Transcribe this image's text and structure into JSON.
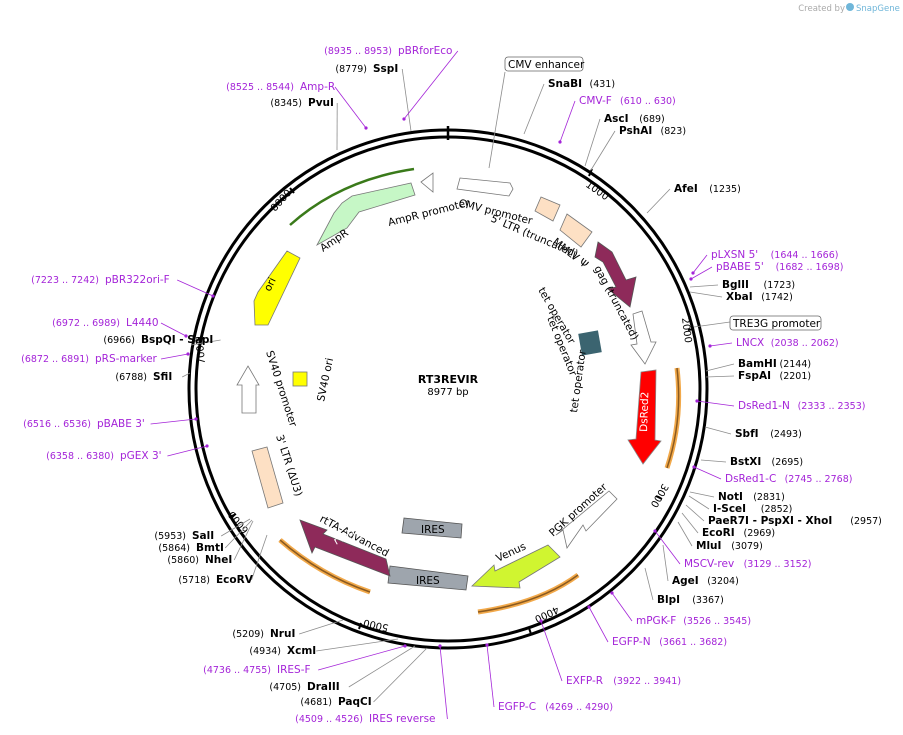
{
  "credit": {
    "prefix": "Created by",
    "brand": "SnapGene",
    "icon": "snapgene-logo"
  },
  "plasmid": {
    "name": "RT3REVIR",
    "size": "8977 bp"
  },
  "ticks": [
    "1000",
    "2000",
    "3000",
    "4000",
    "5000",
    "6000",
    "7000",
    "8000"
  ],
  "features": [
    {
      "label": "AmpR promoter"
    },
    {
      "label": "AmpR"
    },
    {
      "label": "ori"
    },
    {
      "label": "CMV promoter"
    },
    {
      "label": "5' LTR (truncated)"
    },
    {
      "label": "MMLV Ψ"
    },
    {
      "label": "gag (truncated)"
    },
    {
      "label": "tet operator"
    },
    {
      "label": "tet operator"
    },
    {
      "label": "tet operator"
    },
    {
      "label": "DsRed2"
    },
    {
      "label": "PGK promoter"
    },
    {
      "label": "Venus"
    },
    {
      "label": "IRES"
    },
    {
      "label": "IRES"
    },
    {
      "label": "rtTA-Advanced"
    },
    {
      "label": "rTetR"
    },
    {
      "label": "3' LTR (ΔU3)"
    },
    {
      "label": "SV40 promoter"
    },
    {
      "label": "SV40 ori"
    }
  ],
  "boxed_features": [
    {
      "label": "CMV enhancer"
    },
    {
      "label": "TRE3G promoter"
    }
  ],
  "sites": [
    {
      "name": "SnaBI",
      "pos": "(431)"
    },
    {
      "name": "AscI",
      "pos": "(689)"
    },
    {
      "name": "PshAI",
      "pos": "(823)"
    },
    {
      "name": "AfeI",
      "pos": "(1235)"
    },
    {
      "name": "BglII",
      "pos": "(1723)"
    },
    {
      "name": "XbaI",
      "pos": "(1742)"
    },
    {
      "name": "BamHI",
      "pos": "(2144)"
    },
    {
      "name": "FspAI",
      "pos": "(2201)"
    },
    {
      "name": "SbfI",
      "pos": "(2493)"
    },
    {
      "name": "BstXI",
      "pos": "(2695)"
    },
    {
      "name": "NotI",
      "pos": "(2831)"
    },
    {
      "name": "I-SceI",
      "pos": "(2852)"
    },
    {
      "name": "PaeR7I - PspXI - XhoI",
      "pos": "(2957)"
    },
    {
      "name": "EcoRI",
      "pos": "(2969)"
    },
    {
      "name": "MluI",
      "pos": "(3079)"
    },
    {
      "name": "AgeI",
      "pos": "(3204)"
    },
    {
      "name": "BlpI",
      "pos": "(3367)"
    },
    {
      "name": "NruI",
      "pos": "(5209)"
    },
    {
      "name": "XcmI",
      "pos": "(4934)"
    },
    {
      "name": "DraIII",
      "pos": "(4705)"
    },
    {
      "name": "PaqCI",
      "pos": "(4681)"
    },
    {
      "name": "EcoRV",
      "pos": "(5718)"
    },
    {
      "name": "SalI",
      "pos": "(5953)"
    },
    {
      "name": "BmtI",
      "pos": "(5864)"
    },
    {
      "name": "NheI",
      "pos": "(5860)"
    },
    {
      "name": "SfiI",
      "pos": "(6788)"
    },
    {
      "name": "BspQI - SapI",
      "pos": "(6966)"
    },
    {
      "name": "PvuI",
      "pos": "(8345)"
    },
    {
      "name": "SspI",
      "pos": "(8779)"
    }
  ],
  "primers": [
    {
      "name": "pBRforEco",
      "range": "(8935 .. 8953)"
    },
    {
      "name": "Amp-R",
      "range": "(8525 .. 8544)"
    },
    {
      "name": "CMV-F",
      "range": "(610 .. 630)"
    },
    {
      "name": "pLXSN 5'",
      "range": "(1644 .. 1666)"
    },
    {
      "name": "pBABE 5'",
      "range": "(1682 .. 1698)"
    },
    {
      "name": "LNCX",
      "range": "(2038 .. 2062)"
    },
    {
      "name": "DsRed1-N",
      "range": "(2333 .. 2353)"
    },
    {
      "name": "DsRed1-C",
      "range": "(2745 .. 2768)"
    },
    {
      "name": "MSCV-rev",
      "range": "(3129 .. 3152)"
    },
    {
      "name": "mPGK-F",
      "range": "(3526 .. 3545)"
    },
    {
      "name": "EGFP-N",
      "range": "(3661 .. 3682)"
    },
    {
      "name": "EXFP-R",
      "range": "(3922 .. 3941)"
    },
    {
      "name": "EGFP-C",
      "range": "(4269 .. 4290)"
    },
    {
      "name": "IRES reverse",
      "range": "(4509 .. 4526)"
    },
    {
      "name": "IRES-F",
      "range": "(4736 .. 4755)"
    },
    {
      "name": "pGEX 3'",
      "range": "(6358 .. 6380)"
    },
    {
      "name": "pBABE 3'",
      "range": "(6516 .. 6536)"
    },
    {
      "name": "pRS-marker",
      "range": "(6872 .. 6891)"
    },
    {
      "name": "L4440",
      "range": "(6972 .. 6989)"
    },
    {
      "name": "pBR322ori-F",
      "range": "(7223 .. 7242)"
    }
  ],
  "colors": {
    "backbone": "#000000",
    "primer": "#a424d8",
    "ampr": "#c6f7c6",
    "ori": "#ffff00",
    "ltr": "#fde0c4",
    "gag": "#8e2a5a",
    "dsred": "#ff0000",
    "venus": "#d0f530",
    "ires": "#9ea5ad",
    "rtta": "#8e2a5a",
    "operator": "#3b6470",
    "orf_highlight": "#f2a94a"
  }
}
